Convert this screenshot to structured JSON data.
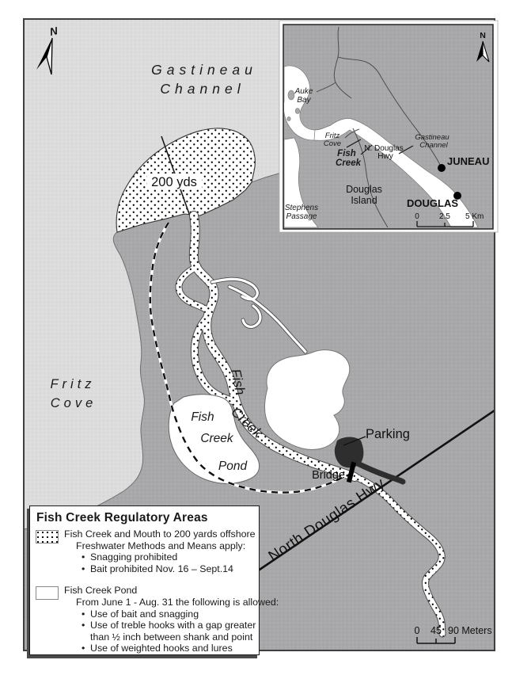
{
  "colors": {
    "water": "#dcdcdd",
    "land": "#a8a8aa",
    "regulatory_area": "#ffffff",
    "regulatory_dots": "#000000",
    "pond": "#ffffff",
    "parking": "#2e2e2e",
    "highway_line": "#111111",
    "inset_water": "#ffffff",
    "inset_land": "#a8a8aa"
  },
  "main_map": {
    "north_label": "N",
    "water_labels": {
      "gastineau": [
        "Gastineau",
        "Channel"
      ],
      "fritz": [
        "Fritz",
        "Cove"
      ]
    },
    "reg_area_label": "200 yds",
    "creek_label": [
      "Fish",
      "Creek"
    ],
    "pond_label": [
      "Fish",
      "Creek",
      "Pond"
    ],
    "bridge_label": "Bridge",
    "parking_label": "Parking",
    "highway_label": "North Douglas Hwy",
    "scale_bar": {
      "tick0": "0",
      "tick1": "45",
      "tick2": "90 Meters"
    }
  },
  "inset": {
    "north_label": "N",
    "labels": {
      "auke_bay": [
        "Auke",
        "Bay"
      ],
      "fritz_cove": [
        "Fritz",
        "Cove"
      ],
      "fish_creek": [
        "Fish",
        "Creek"
      ],
      "n_douglas_hwy": [
        "N. Douglas",
        "Hwy"
      ],
      "gastineau_channel": [
        "Gastineau",
        "Channel"
      ],
      "douglas_island": [
        "Douglas",
        "Island"
      ],
      "stephens_passage": [
        "Stephens",
        "Passage"
      ],
      "juneau": "JUNEAU",
      "douglas": "DOUGLAS"
    },
    "scale_bar": {
      "tick0": "0",
      "tick1": "2.5",
      "tick2": "5 Km"
    }
  },
  "legend": {
    "title": "Fish Creek Regulatory Areas",
    "items": [
      {
        "symbol": "dotted-area",
        "label": "Fish Creek and Mouth to 200 yards offshore",
        "sub": "Freshwater Methods and Means apply:",
        "bullets": [
          "Snagging prohibited",
          "Bait prohibited Nov. 16 – Sept.14"
        ]
      },
      {
        "symbol": "white-area",
        "label": "Fish Creek Pond",
        "sub": "From June 1 - Aug. 31 the following is allowed:",
        "bullets": [
          "Use of bait and snagging",
          "Use of treble hooks with a gap greater than ½ inch between shank and point",
          "Use of weighted hooks and lures"
        ]
      }
    ]
  }
}
